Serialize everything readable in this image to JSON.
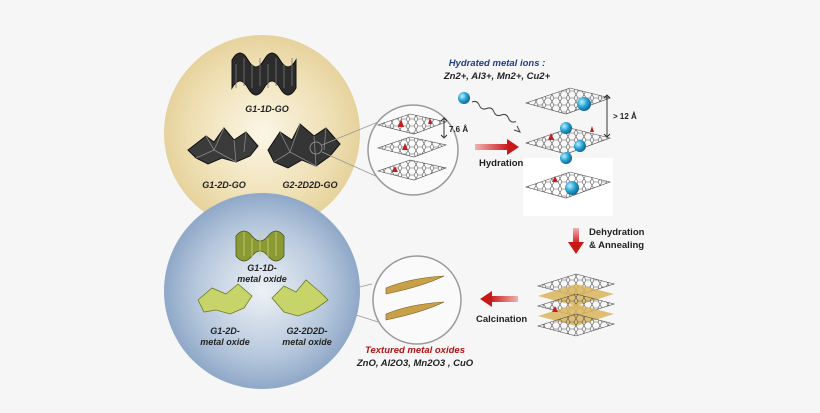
{
  "top_circle": {
    "g1_1d_go": "G1-1D-GO",
    "g1_2d_go": "G1-2D-GO",
    "g2_2d2d_go": "G2-2D2D-GO"
  },
  "interlayer_spacing": "7.6 Å",
  "hydrated_ions": {
    "title": "Hydrated metal ions :",
    "ions": "Zn2+, Al3+, Mn2+, Cu2+"
  },
  "expanded_spacing": "> 12 Å",
  "steps": {
    "hydration": "Hydration",
    "dehydration": "Dehydration",
    "annealing": "& Annealing",
    "calcination": "Calcination"
  },
  "bottom_circle": {
    "g1_1d_line1": "G1-1D-",
    "g1_1d_line2": "metal oxide",
    "g1_2d_line1": "G1-2D-",
    "g1_2d_line2": "metal oxide",
    "g2_2d2d_line1": "G2-2D2D-",
    "g2_2d2d_line2": "metal oxide"
  },
  "textured": {
    "title": "Textured metal oxides",
    "formulas": "ZnO, Al2O3, Mn2O3 , CuO"
  },
  "colors": {
    "top_circle": "#e9d7a6",
    "bottom_circle": "#9fb6d2",
    "ion": "#2aa6d6",
    "arrow": "#d42020",
    "oxide_green": "#c6d46a",
    "oxide_gold": "#c8a04a"
  }
}
